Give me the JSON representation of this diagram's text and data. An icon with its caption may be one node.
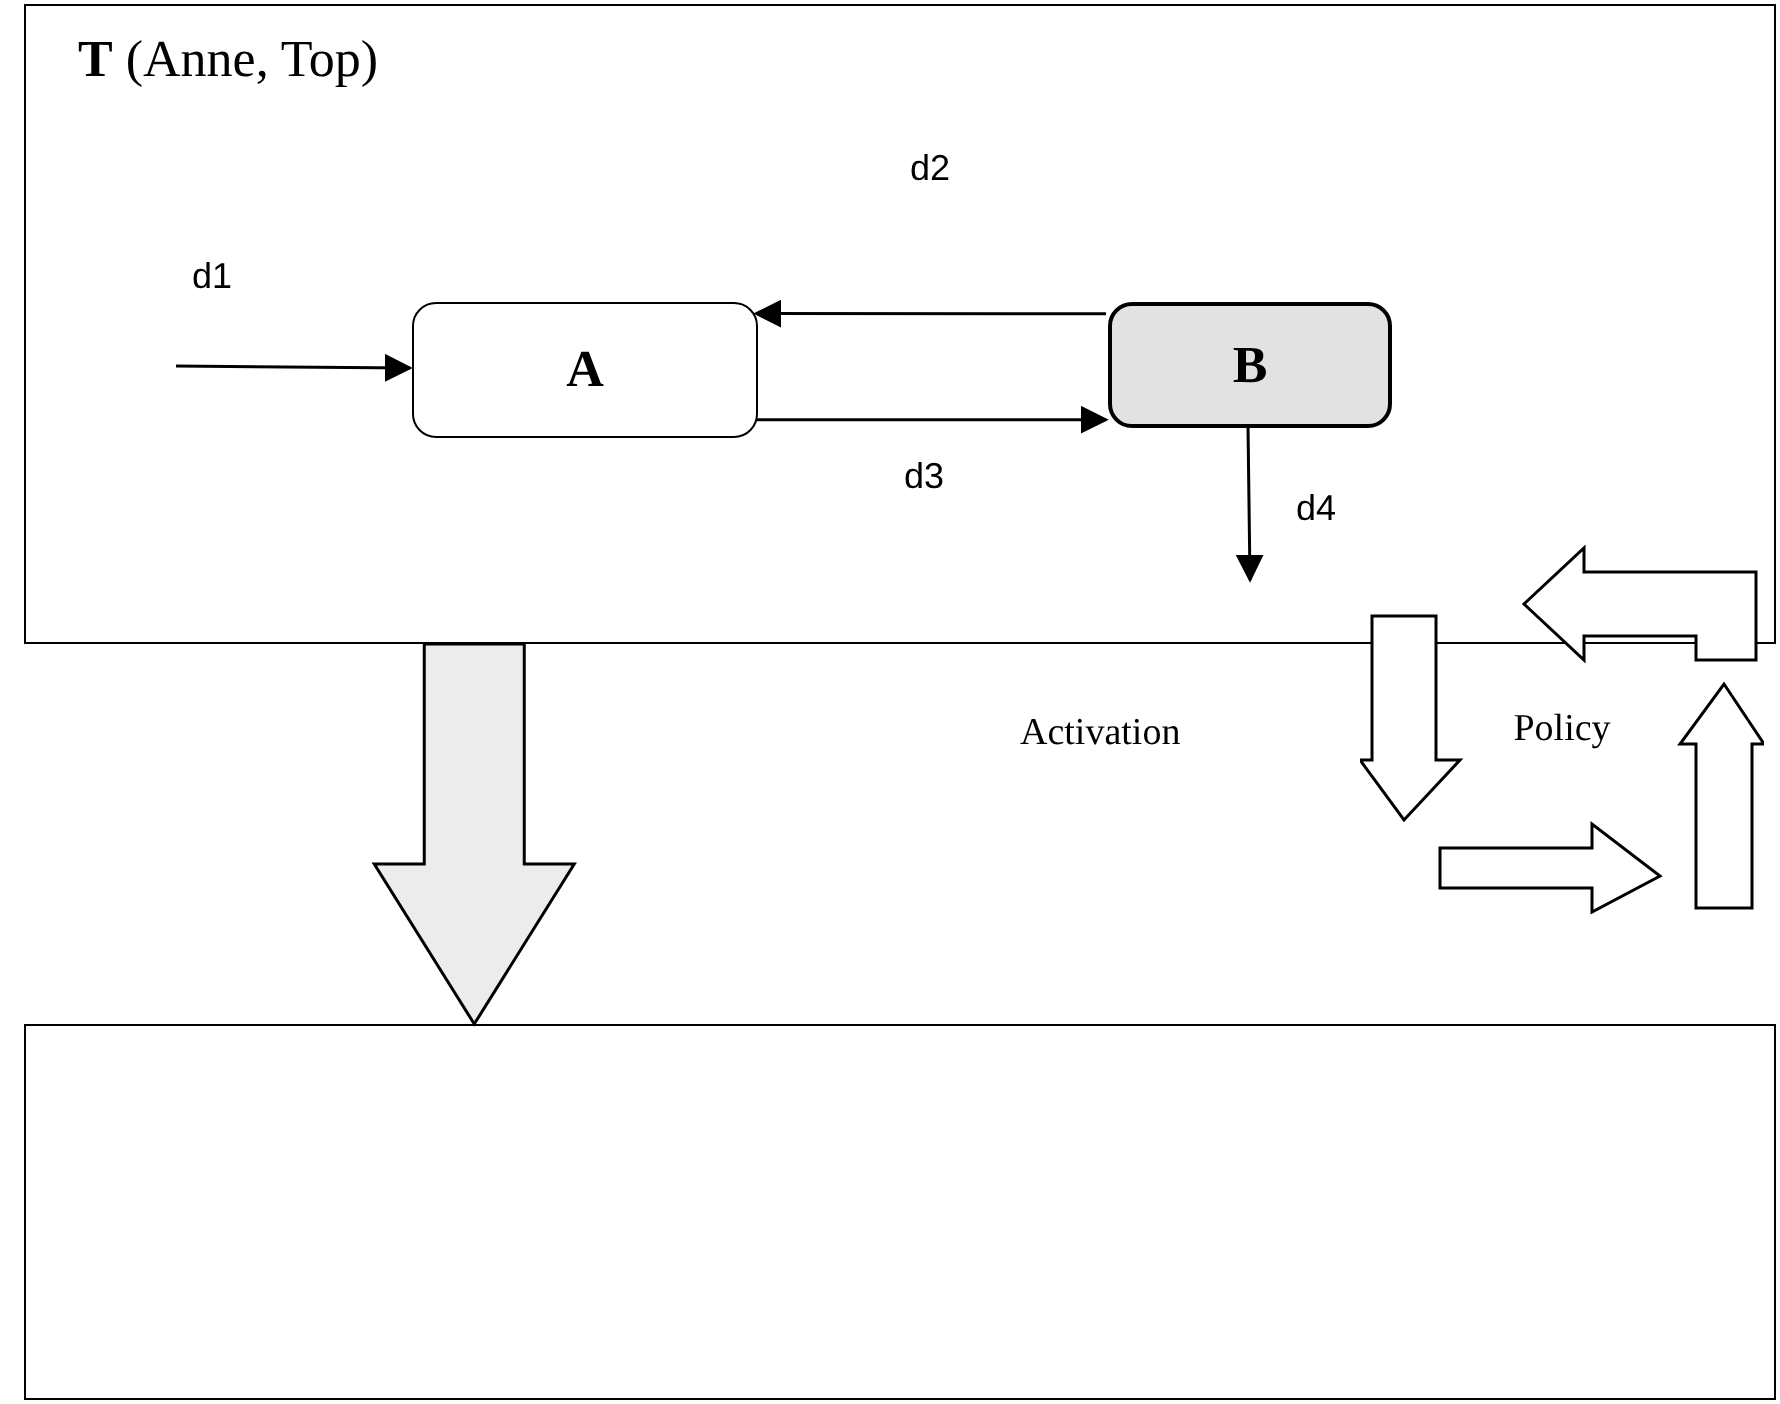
{
  "diagram": {
    "nodes": [
      {
        "text": [
          "**T** (Anne, Top)"
        ]
      },
      {
        "text": [
          "A"
        ],
        "in": 0
      },
      {
        "text": [
          "B"
        ],
        "in": 0
      },
      {
        "text": [
          "Policy"
        ]
      },
      {
        "text": [],
        "shape": "box"
      }
    ],
    "edges": [
      {
        "from": null,
        "to": 1,
        "arrow": "to",
        "label": "d1"
      },
      {
        "from": 2,
        "to": 1,
        "arrow": "to",
        "label": "d2"
      },
      {
        "from": 1,
        "to": 2,
        "arrow": "to",
        "label": "d3"
      },
      {
        "from": 2,
        "to": null,
        "arrow": "to",
        "label": "d4"
      },
      {
        "from": 0,
        "to": 4,
        "arrow": "to",
        "style": "thick"
      }
    ],
    "labels": [
      "Activation"
    ]
  }
}
